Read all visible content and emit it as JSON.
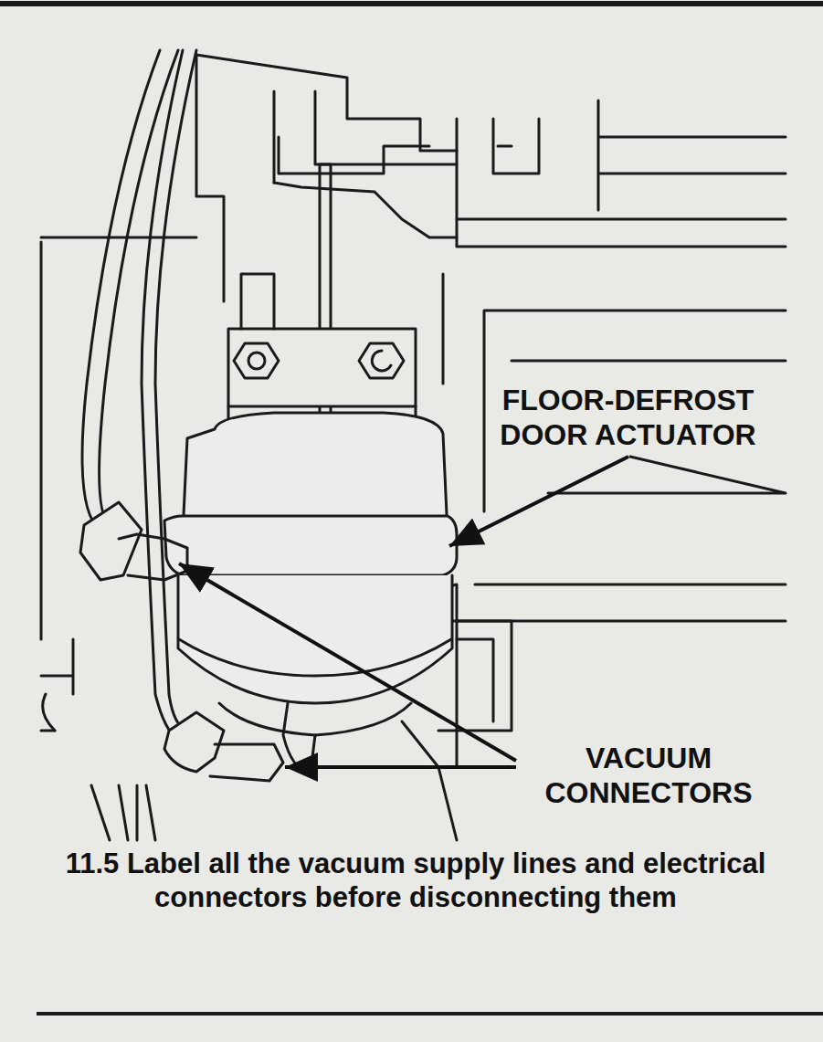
{
  "diagram": {
    "caption": "11.5 Label all the vacuum supply lines and electrical connectors before disconnecting them",
    "labels": [
      "FLOOR-DEFROST DOOR ACTUATOR",
      "VACUUM CONNECTORS"
    ]
  }
}
